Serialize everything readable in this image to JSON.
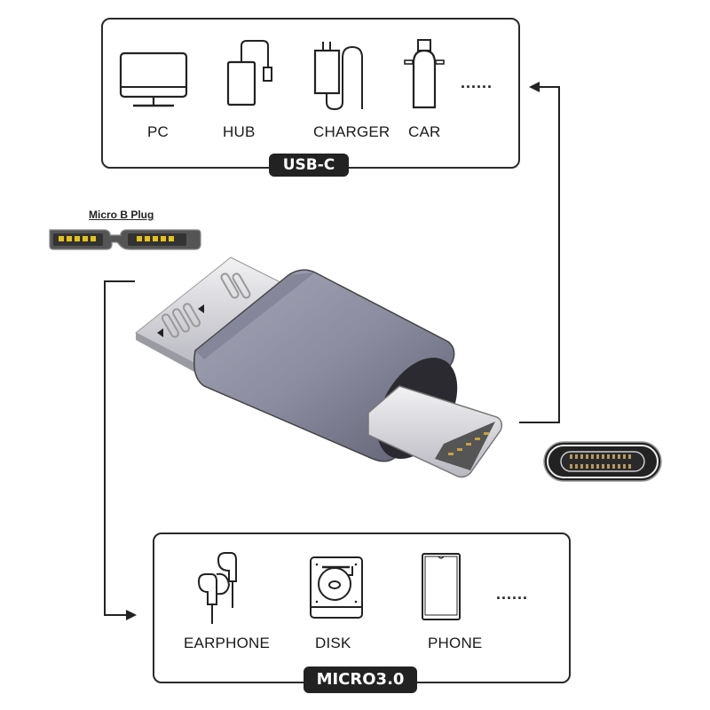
{
  "usbc_panel": {
    "badge": "USB-C",
    "items": [
      {
        "label": "PC",
        "icon": "monitor-icon"
      },
      {
        "label": "HUB",
        "icon": "hub-icon"
      },
      {
        "label": "CHARGER",
        "icon": "charger-icon"
      },
      {
        "label": "CAR",
        "icon": "car-charger-icon"
      }
    ],
    "more": "......"
  },
  "micro_panel": {
    "badge": "MICRO3.0",
    "items": [
      {
        "label": "EARPHONE",
        "icon": "earphone-icon"
      },
      {
        "label": "DISK",
        "icon": "disk-icon"
      },
      {
        "label": "PHONE",
        "icon": "phone-icon"
      }
    ],
    "more": "......"
  },
  "micro_b_plug": {
    "title": "Micro B Plug",
    "pin_color": "#e8c21a"
  },
  "colors": {
    "outline": "#2a2a2a",
    "badge_bg": "#222222",
    "adapter_body": "#8a8a9c",
    "metal": "#d9d9de"
  }
}
